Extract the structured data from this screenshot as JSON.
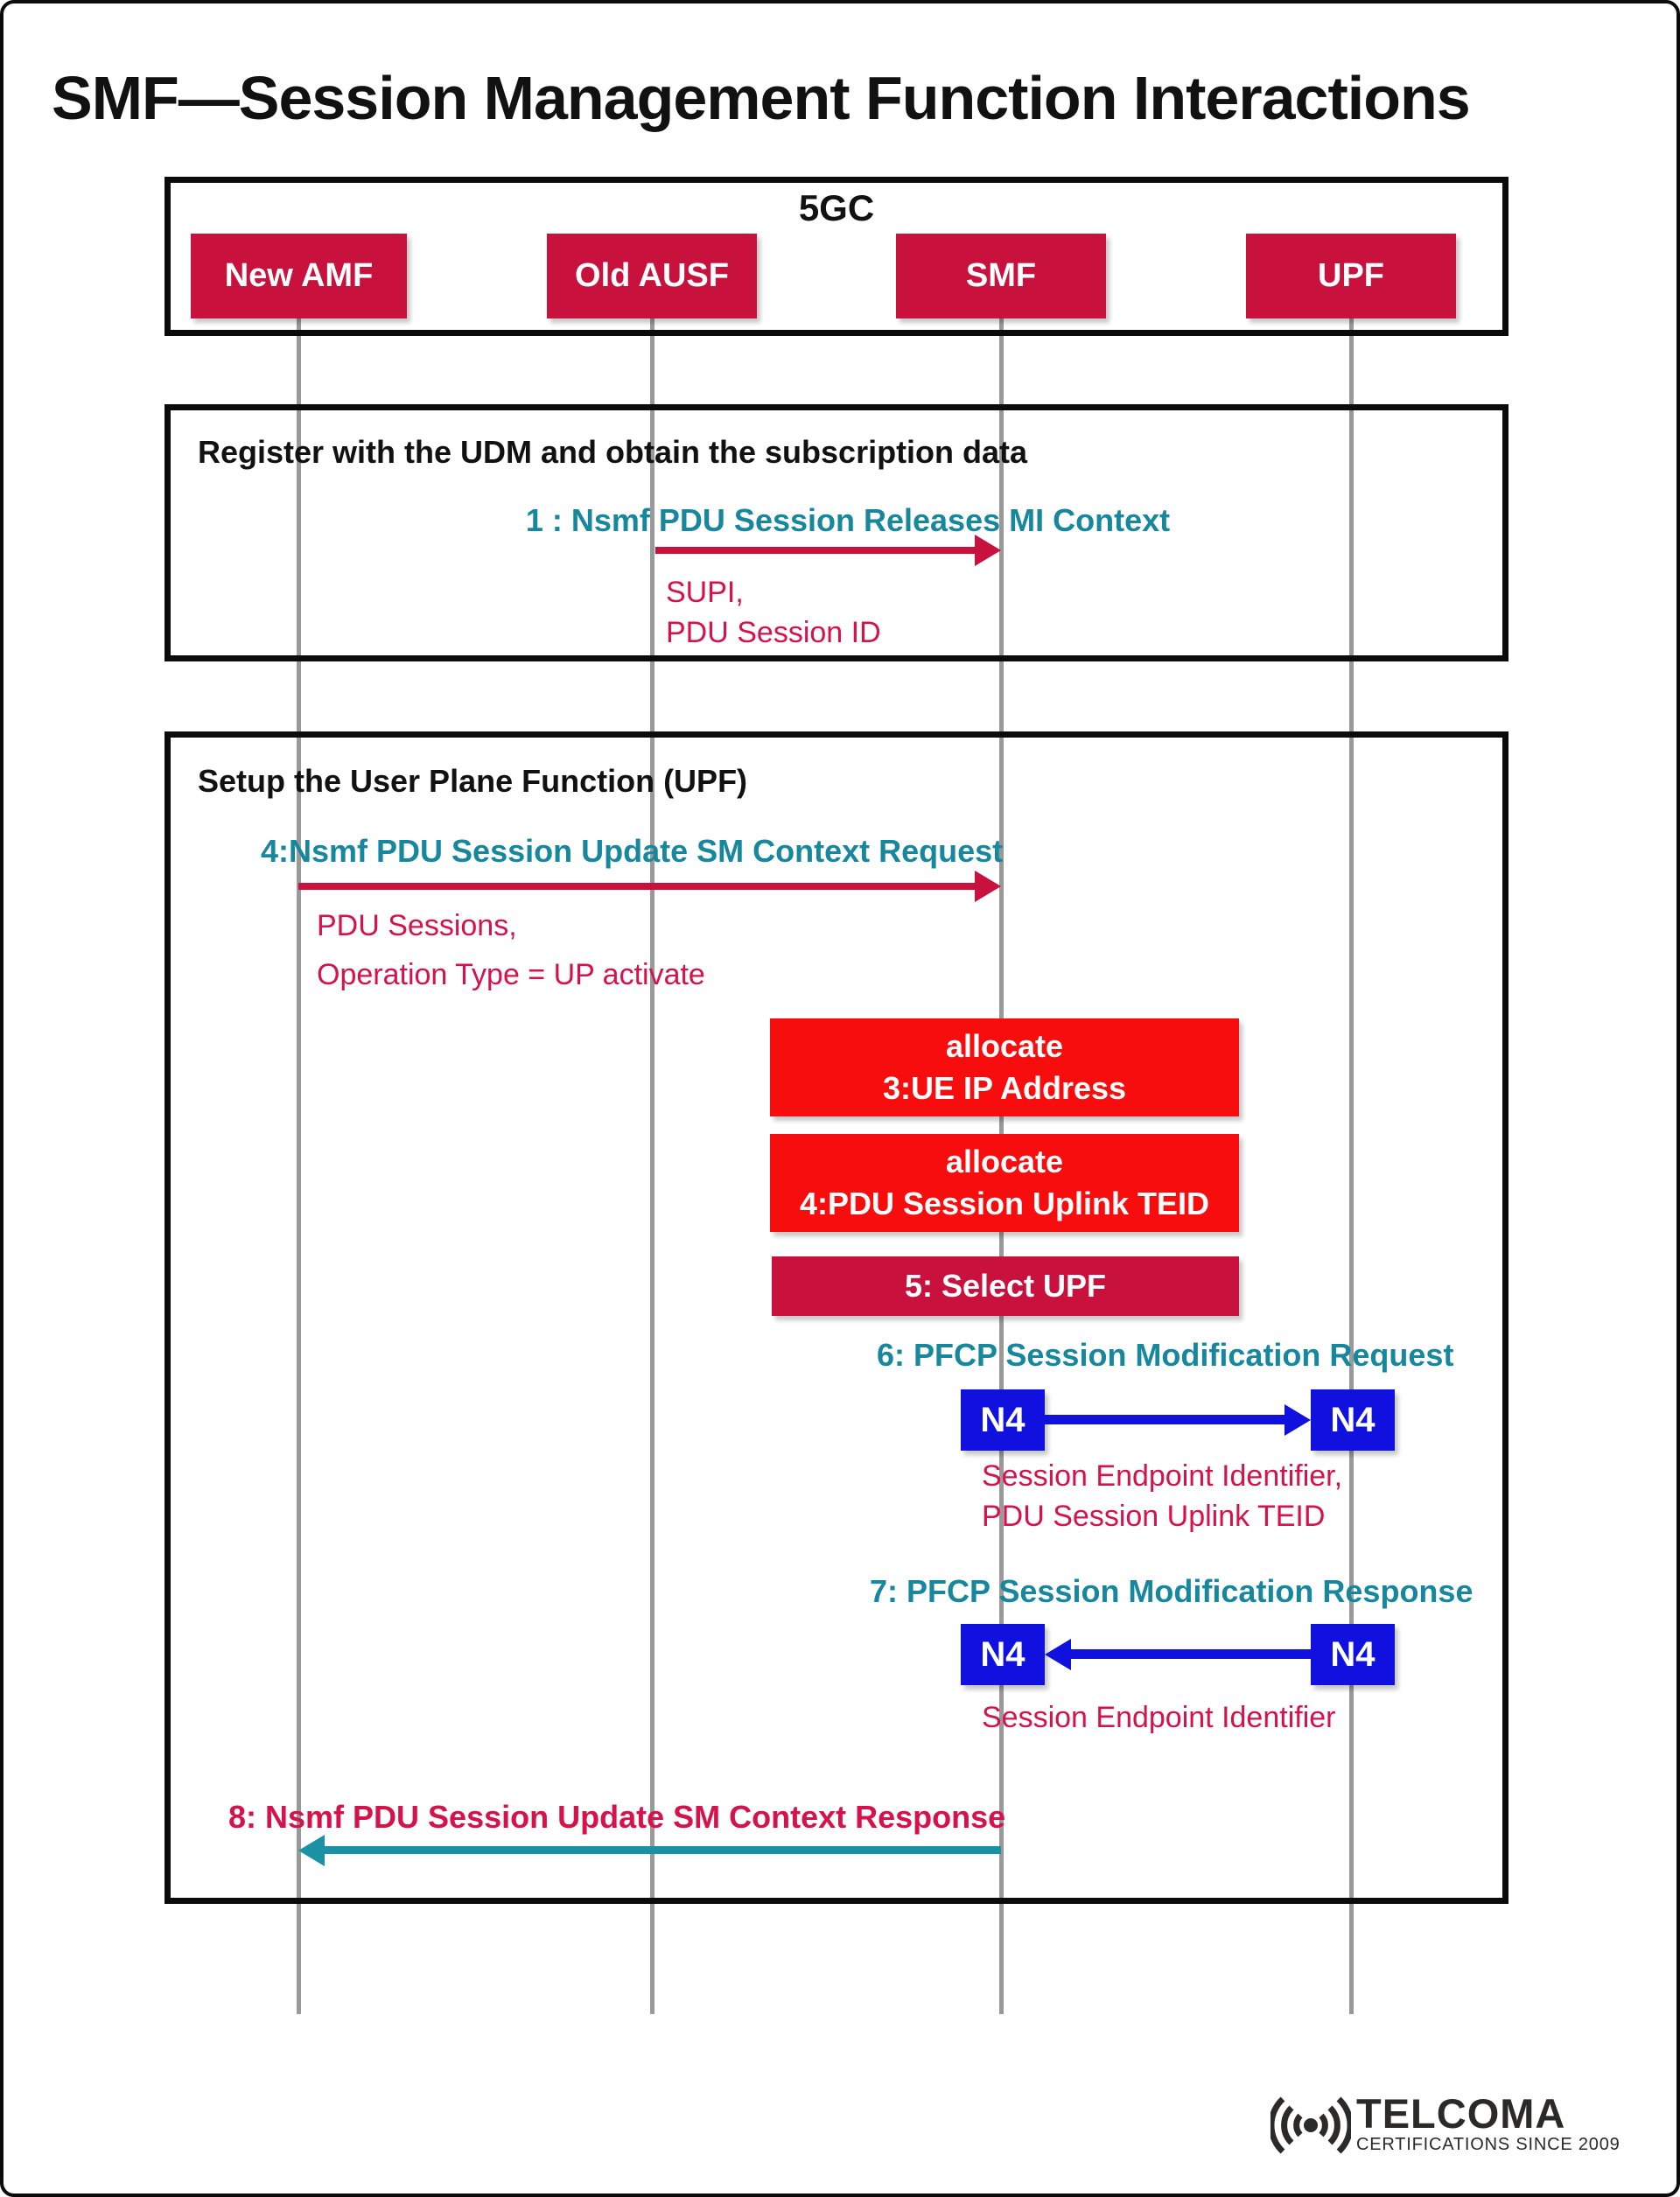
{
  "page_title": "SMF—Session Management Function Interactions",
  "system": {
    "label": "5GC"
  },
  "actors": [
    {
      "label": "New AMF"
    },
    {
      "label": "Old AUSF"
    },
    {
      "label": "SMF"
    },
    {
      "label": "UPF"
    }
  ],
  "n4_label": "N4",
  "sections": [
    {
      "title": "Register with the UDM and obtain the subscription data",
      "messages": [
        {
          "label": "1 : Nsmf PDU Session Releases MI Context",
          "params": [
            "SUPI,",
            "PDU Session ID"
          ]
        }
      ]
    },
    {
      "title": "Setup the User Plane Function (UPF)",
      "messages": [
        {
          "label": "4:Nsmf PDU Session Update SM Context Request",
          "params": [
            "PDU Sessions,",
            "Operation Type = UP activate"
          ]
        },
        {
          "label": "6: PFCP Session Modification Request",
          "params": [
            "Session Endpoint Identifier,",
            "PDU Session Uplink TEID"
          ]
        },
        {
          "label": "7: PFCP Session Modification Response",
          "params": [
            "Session Endpoint Identifier"
          ]
        },
        {
          "label": "8: Nsmf PDU Session Update SM Context Response",
          "params": []
        }
      ],
      "self_boxes": [
        {
          "lines": [
            "allocate",
            "3:UE IP Address"
          ]
        },
        {
          "lines": [
            "allocate",
            "4:PDU Session Uplink TEID"
          ]
        },
        {
          "lines": [
            "5: Select UPF"
          ]
        }
      ]
    }
  ],
  "logo": {
    "brand": "TELCOMA",
    "tagline": "CERTIFICATIONS SINCE 2009"
  },
  "colors": {
    "crimson": "#C8113C",
    "text_crimson": "#D5124A",
    "teal": "#17879E",
    "arrow_teal": "#1B91A6",
    "bright_red": "#F70D0D",
    "blue": "#1010DF",
    "lifeline_gray": "#999999",
    "logo_dark": "#2B2A29"
  }
}
